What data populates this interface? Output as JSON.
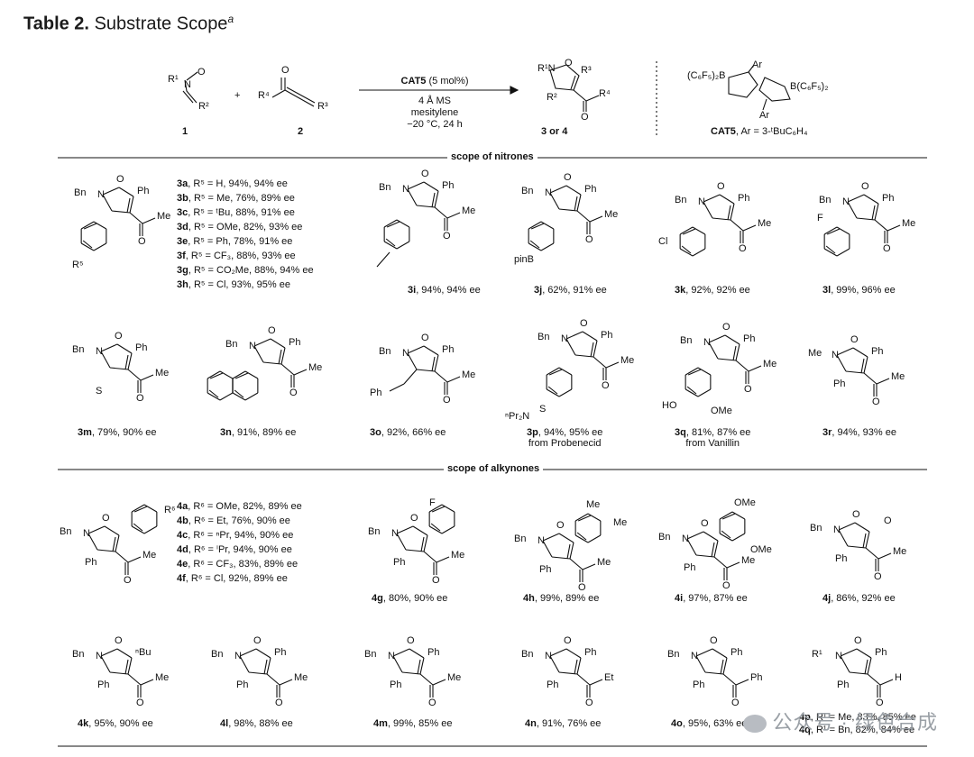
{
  "title": {
    "bold": "Table 2.",
    "text": "Substrate Scope",
    "note": "a"
  },
  "scheme": {
    "compound1": "1",
    "compound2": "2",
    "product": "3 or 4",
    "conditions": [
      "4 Å MS",
      "mesitylene",
      "−20 °C, 24 h"
    ],
    "catalyst_loading": "(5 mol%)",
    "catalyst_name": "CAT5",
    "catalyst_label": "Ar = 3-ᵗBuC₆H₄"
  },
  "sections": {
    "nitrones": "scope of nitrones",
    "alkynones": "scope of alkynones"
  },
  "list3": [
    {
      "id": "3a",
      "text": "R⁵ = H, 94%, 94% ee"
    },
    {
      "id": "3b",
      "text": "R⁵ = Me, 76%, 89% ee"
    },
    {
      "id": "3c",
      "text": "R⁵ = ᵗBu, 88%, 91% ee"
    },
    {
      "id": "3d",
      "text": "R⁵ = OMe, 82%, 93% ee"
    },
    {
      "id": "3e",
      "text": "R⁵ = Ph, 78%, 91% ee"
    },
    {
      "id": "3f",
      "text": "R⁵ = CF₃, 88%, 93% ee"
    },
    {
      "id": "3g",
      "text": "R⁵ = CO₂Me, 88%, 94% ee"
    },
    {
      "id": "3h",
      "text": "R⁵ = Cl, 93%, 95% ee"
    }
  ],
  "list4": [
    {
      "id": "4a",
      "text": "R⁶ = OMe, 82%, 89% ee"
    },
    {
      "id": "4b",
      "text": "R⁶ = Et, 76%, 90% ee"
    },
    {
      "id": "4c",
      "text": "R⁶ = ⁿPr, 94%, 90% ee"
    },
    {
      "id": "4d",
      "text": "R⁶ = ⁱPr, 94%, 90% ee"
    },
    {
      "id": "4e",
      "text": "R⁶ = CF₃, 83%, 89% ee"
    },
    {
      "id": "4f",
      "text": "R⁶ = Cl, 92%, 89% ee"
    }
  ],
  "entries": {
    "3i": {
      "id": "3i",
      "text": ", 94%, 94% ee"
    },
    "3j": {
      "id": "3j",
      "text": ", 62%, 91% ee"
    },
    "3k": {
      "id": "3k",
      "text": ", 92%, 92% ee"
    },
    "3l": {
      "id": "3l",
      "text": ", 99%, 96% ee"
    },
    "3m": {
      "id": "3m",
      "text": ", 79%, 90% ee"
    },
    "3n": {
      "id": "3n",
      "text": ", 91%, 89% ee"
    },
    "3o": {
      "id": "3o",
      "text": ", 92%, 66% ee"
    },
    "3p": {
      "id": "3p",
      "text": ", 94%, 95% ee",
      "note": "from Probenecid"
    },
    "3q": {
      "id": "3q",
      "text": ", 81%, 87% ee",
      "note": "from Vanillin"
    },
    "3r": {
      "id": "3r",
      "text": ", 94%, 93% ee"
    },
    "4g": {
      "id": "4g",
      "text": ", 80%, 90% ee"
    },
    "4h": {
      "id": "4h",
      "text": ", 99%, 89% ee"
    },
    "4i": {
      "id": "4i",
      "text": ", 97%, 87% ee"
    },
    "4j": {
      "id": "4j",
      "text": ", 86%, 92% ee"
    },
    "4k": {
      "id": "4k",
      "text": ", 95%, 90% ee"
    },
    "4l": {
      "id": "4l",
      "text": ", 98%, 88% ee"
    },
    "4m": {
      "id": "4m",
      "text": ", 99%, 85% ee"
    },
    "4n": {
      "id": "4n",
      "text": ", 91%, 76% ee"
    },
    "4o": {
      "id": "4o",
      "text": ", 95%, 63% ee"
    },
    "4p": {
      "id": "4p",
      "text": ", R¹ = Me, 83%, 85% ee"
    },
    "4q": {
      "id": "4q",
      "text": ", R¹ = Bn, 82%, 84% ee"
    }
  },
  "labels": {
    "Bn": "Bn",
    "Ph": "Ph",
    "Me": "Me",
    "nBu": "ⁿBu",
    "Et": "Et",
    "F": "F",
    "Cl": "Cl",
    "pinB": "pinB",
    "HO": "HO",
    "OMe": "OMe",
    "nPr2N": "ⁿPr₂N",
    "S": "S",
    "H": "H",
    "N": "N",
    "O": "O",
    "R1": "R¹",
    "R2": "R²",
    "R3": "R³",
    "R4": "R⁴",
    "R5": "R⁵",
    "R6": "R⁶",
    "BC6F5": "(C₆F₅)₂B",
    "BC6F5r": "B(C₆F₅)₂",
    "Ar": "Ar"
  },
  "watermark": "公众号 · 绿色合成"
}
